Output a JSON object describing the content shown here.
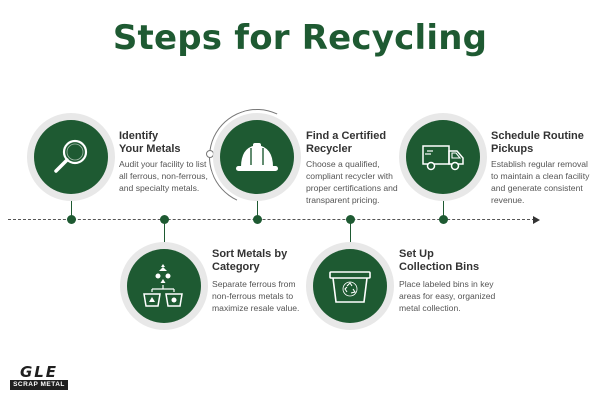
{
  "title": "Steps for Recycling",
  "steps": [
    {
      "title_line1": "Identify",
      "title_line2": "Your Metals",
      "desc": [
        "Audit your facility to list",
        "all ferrous, non-ferrous,",
        "and specialty metals."
      ],
      "icon": "magnifying-glass-icon"
    },
    {
      "title_line1": "Sort Metals by",
      "title_line2": "Category",
      "desc": [
        "Separate ferrous from",
        "non-ferrous metals to",
        "maximize resale value."
      ],
      "icon": "sorting-icon"
    },
    {
      "title_line1": "Find a Certified",
      "title_line2": "Recycler",
      "desc": [
        "Choose a qualified,",
        "compliant recycler with",
        "proper certifications and",
        "transparent pricing."
      ],
      "icon": "hard-hat-icon"
    },
    {
      "title_line1": "Set Up",
      "title_line2": "Collection Bins",
      "desc": [
        "Place labeled bins in key",
        "areas for easy, organized",
        "metal collection."
      ],
      "icon": "recycling-bin-icon"
    },
    {
      "title_line1": "Schedule Routine",
      "title_line2": "Pickups",
      "desc": [
        "Establish regular removal",
        "to maintain a clean facility",
        "and generate consistent",
        "revenue."
      ],
      "icon": "truck-icon"
    }
  ],
  "logo": {
    "text": "GLE",
    "subtext": "SCRAP METAL"
  },
  "colors": {
    "brand_green": "#1e5a32",
    "circle_bg": "#e8e8e8",
    "text": "#444444"
  }
}
